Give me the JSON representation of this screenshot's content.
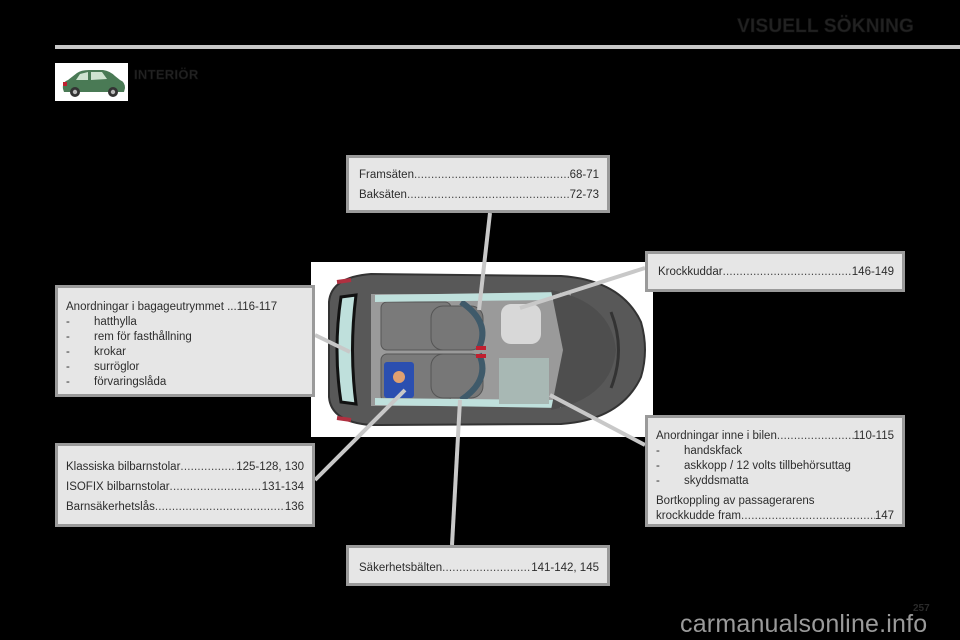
{
  "header": {
    "title": "VISUELL SÖKNING"
  },
  "section": {
    "title": "INTERIÖR",
    "thumbnail_icon": "green-hatchback-car-icon"
  },
  "callouts": {
    "seats": {
      "rows": [
        {
          "label": "Framsäten ",
          "pages": "68-71"
        },
        {
          "label": "Baksäten",
          "pages": "72-73"
        }
      ]
    },
    "airbags": {
      "rows": [
        {
          "label": "Krockkuddar ",
          "pages": "146-149"
        }
      ]
    },
    "boot": {
      "heading": {
        "label": "Anordningar i bagageutrymmet ... ",
        "pages": "116-117"
      },
      "items": [
        "hatthylla",
        "rem för fasthållning",
        "krokar",
        "surröglor",
        "förvaringslåda"
      ],
      "dash": "-"
    },
    "child_seats": {
      "rows": [
        {
          "label": "Klassiska bilbarnstolar",
          "pages": "125-128, 130"
        },
        {
          "label": "ISOFIX bilbarnstolar ",
          "pages": "131-134"
        },
        {
          "label": "Barnsäkerhetslås",
          "pages": "136"
        }
      ]
    },
    "interior": {
      "heading": {
        "label": "Anordningar inne i bilen",
        "pages": "110-115"
      },
      "items": [
        "handskfack",
        "askkopp / 12 volts tillbehörsuttag",
        "skyddsmatta"
      ],
      "dash": "-",
      "extra_line1": "Bortkoppling av passagerarens",
      "extra": {
        "label": "krockkudde fram ",
        "pages": "147"
      }
    },
    "belts": {
      "rows": [
        {
          "label": "Säkerhetsbälten",
          "pages": "141-142, 145"
        }
      ]
    }
  },
  "diagram": {
    "icon": "car-interior-top-view-icon"
  },
  "footer": {
    "page_number": "257",
    "watermark": "carmanualsonline.info"
  },
  "colors": {
    "background": "#000000",
    "callout_fill": "#e6e6e6",
    "callout_border": "#9a9a9a",
    "rule": "#c8c8c8",
    "car_body": "#4a7a55"
  }
}
